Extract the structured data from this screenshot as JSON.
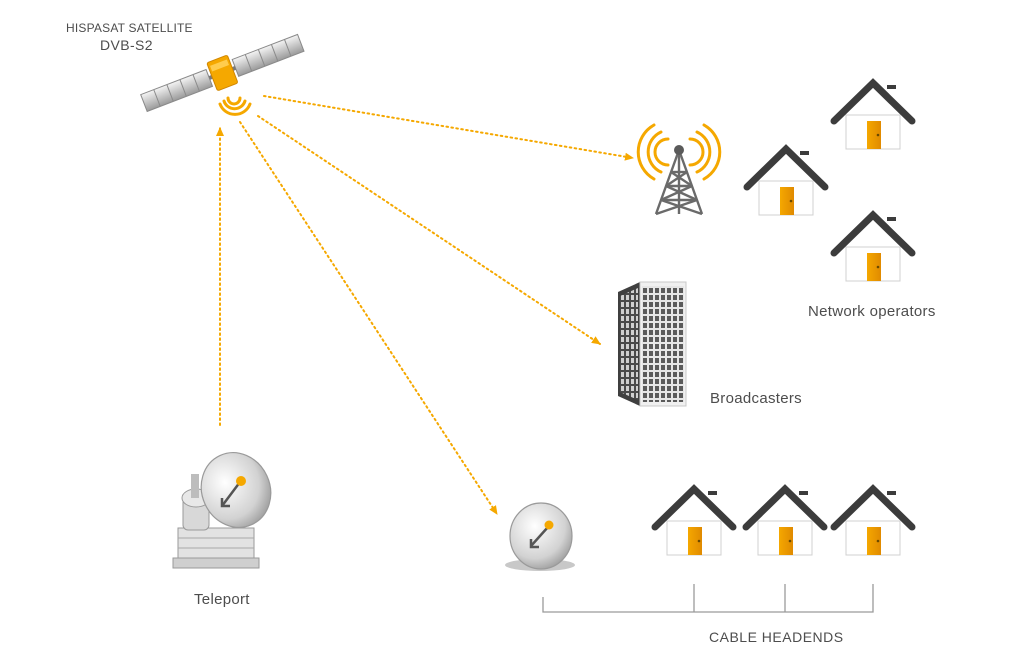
{
  "satellite": {
    "name": "HISPASAT SATELLITE",
    "standard": "DVB-S2",
    "icon": "satellite-icon"
  },
  "nodes": {
    "network_operators": {
      "label": "Network operators",
      "icon": "antenna-tower-icon"
    },
    "broadcasters": {
      "label": "Broadcasters",
      "icon": "office-building-icon"
    },
    "teleport": {
      "label": "Teleport",
      "icon": "teleport-dish-icon"
    },
    "cable_headends": {
      "label": "CABLE HEADENDS",
      "icon": "satellite-dish-icon"
    }
  },
  "colors": {
    "accent": "#f5a800",
    "accent_dark": "#e08a00",
    "roof": "#3c3c3c",
    "wall": "#ffffff",
    "metal": "#b3b3b3",
    "text": "#4d4d4d",
    "bracket": "#9a9a9a"
  }
}
